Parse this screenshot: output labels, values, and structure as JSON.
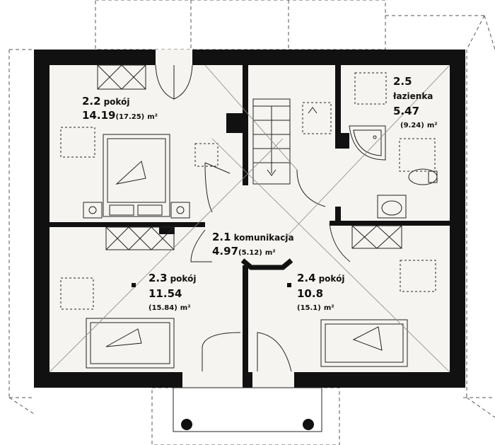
{
  "rooms": [
    {
      "id": "2.2",
      "number": "2.2",
      "name": "pokój",
      "area": "14.19",
      "area_alt": "(17.25)",
      "unit": "m²"
    },
    {
      "id": "2.5",
      "number": "2.5",
      "name": "łazienka",
      "area": "5.47",
      "area_alt": "(9.24)",
      "unit": "m²"
    },
    {
      "id": "2.1",
      "number": "2.1",
      "name": "komunikacja",
      "area": "4.97",
      "area_alt": "(5.12)",
      "unit": "m²"
    },
    {
      "id": "2.3",
      "number": "2.3",
      "name": "pokój",
      "area": "11.54",
      "area_alt": "(15.84)",
      "unit": "m²"
    },
    {
      "id": "2.4",
      "number": "2.4",
      "name": "pokój",
      "area": "10.8",
      "area_alt": "(15.1)",
      "unit": "m²"
    }
  ]
}
